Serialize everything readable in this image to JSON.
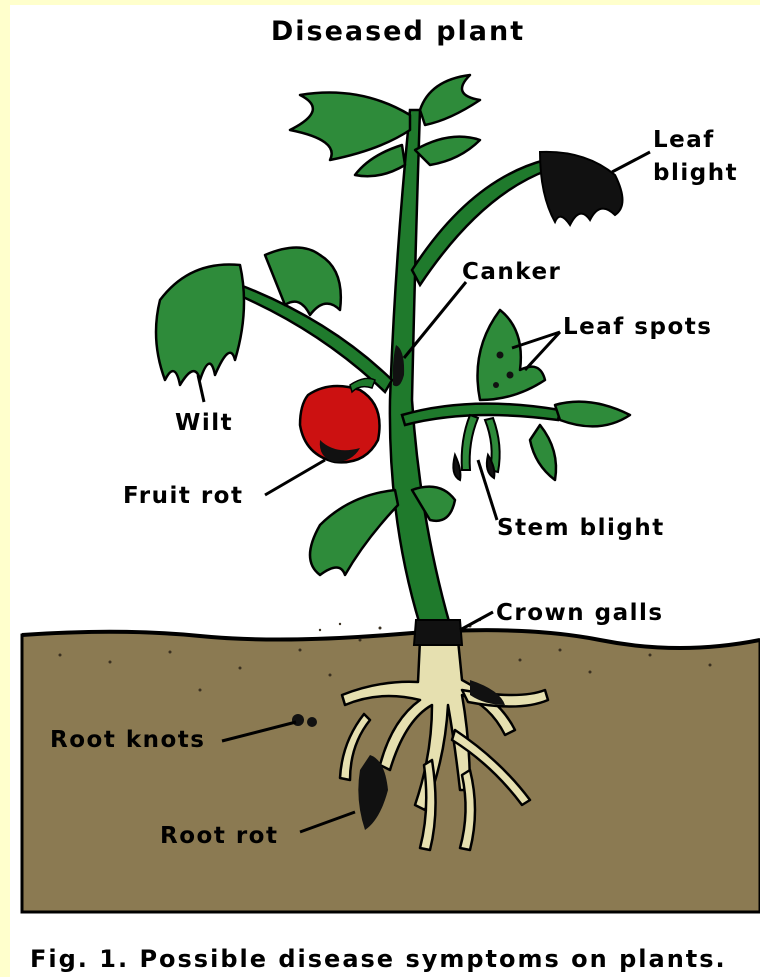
{
  "title": "Diseased plant",
  "caption": "Fig. 1. Possible disease symptoms on plants.",
  "labels": {
    "leaf_blight_1": "Leaf",
    "leaf_blight_2": "blight",
    "canker": "Canker",
    "leaf_spots": "Leaf spots",
    "wilt": "Wilt",
    "fruit_rot": "Fruit rot",
    "stem_blight": "Stem blight",
    "crown_galls": "Crown galls",
    "root_knots": "Root knots",
    "root_rot": "Root rot"
  },
  "colors": {
    "page_border": "#ffffcc",
    "background": "#ffffff",
    "leaf": "#2e8b3a",
    "stem": "#1f7a2c",
    "soil": "#8b7a52",
    "root": "#e6e0b0",
    "fruit": "#cc1111"
  }
}
